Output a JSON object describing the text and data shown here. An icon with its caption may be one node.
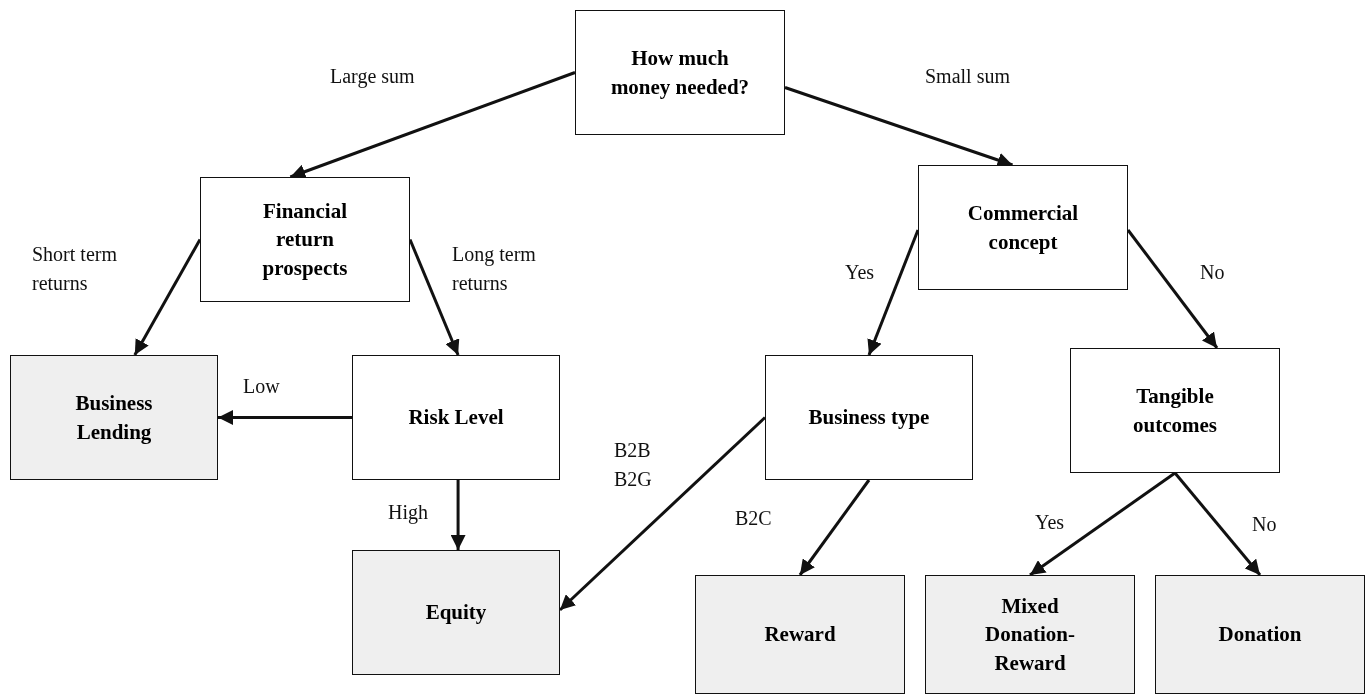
{
  "diagram": {
    "nodes": [
      {
        "text": [
          "How much money needed?"
        ]
      },
      {
        "text": [
          "Financial return prospects"
        ]
      },
      {
        "text": [
          "Commercial concept"
        ]
      },
      {
        "text": [
          "Business Lending"
        ]
      },
      {
        "text": [
          "Risk Level"
        ]
      },
      {
        "text": [
          "Business type"
        ]
      },
      {
        "text": [
          "Tangible outcomes"
        ]
      },
      {
        "text": [
          "Equity"
        ]
      },
      {
        "text": [
          "Reward"
        ]
      },
      {
        "text": [
          "Mixed Donation-Reward"
        ]
      },
      {
        "text": [
          "Donation"
        ]
      }
    ],
    "edges": [
      {
        "from": 0,
        "to": 1,
        "arrow": "to",
        "label": "Large sum"
      },
      {
        "from": 0,
        "to": 2,
        "arrow": "to",
        "label": "Small sum"
      },
      {
        "from": 1,
        "to": 3,
        "arrow": "to",
        "label": "Short term returns"
      },
      {
        "from": 1,
        "to": 4,
        "arrow": "to",
        "label": "Long term returns"
      },
      {
        "from": 4,
        "to": 3,
        "arrow": "to",
        "label": "Low"
      },
      {
        "from": 4,
        "to": 7,
        "arrow": "to",
        "label": "High"
      },
      {
        "from": 2,
        "to": 5,
        "arrow": "to",
        "label": "Yes"
      },
      {
        "from": 2,
        "to": 6,
        "arrow": "to",
        "label": "No"
      },
      {
        "from": 5,
        "to": 7,
        "arrow": "to",
        "label": "B2B B2G"
      },
      {
        "from": 5,
        "to": 8,
        "arrow": "to",
        "label": "B2C"
      },
      {
        "from": 6,
        "to": 9,
        "arrow": "to",
        "label": "Yes"
      },
      {
        "from": 6,
        "to": 10,
        "arrow": "to",
        "label": "No"
      }
    ]
  }
}
